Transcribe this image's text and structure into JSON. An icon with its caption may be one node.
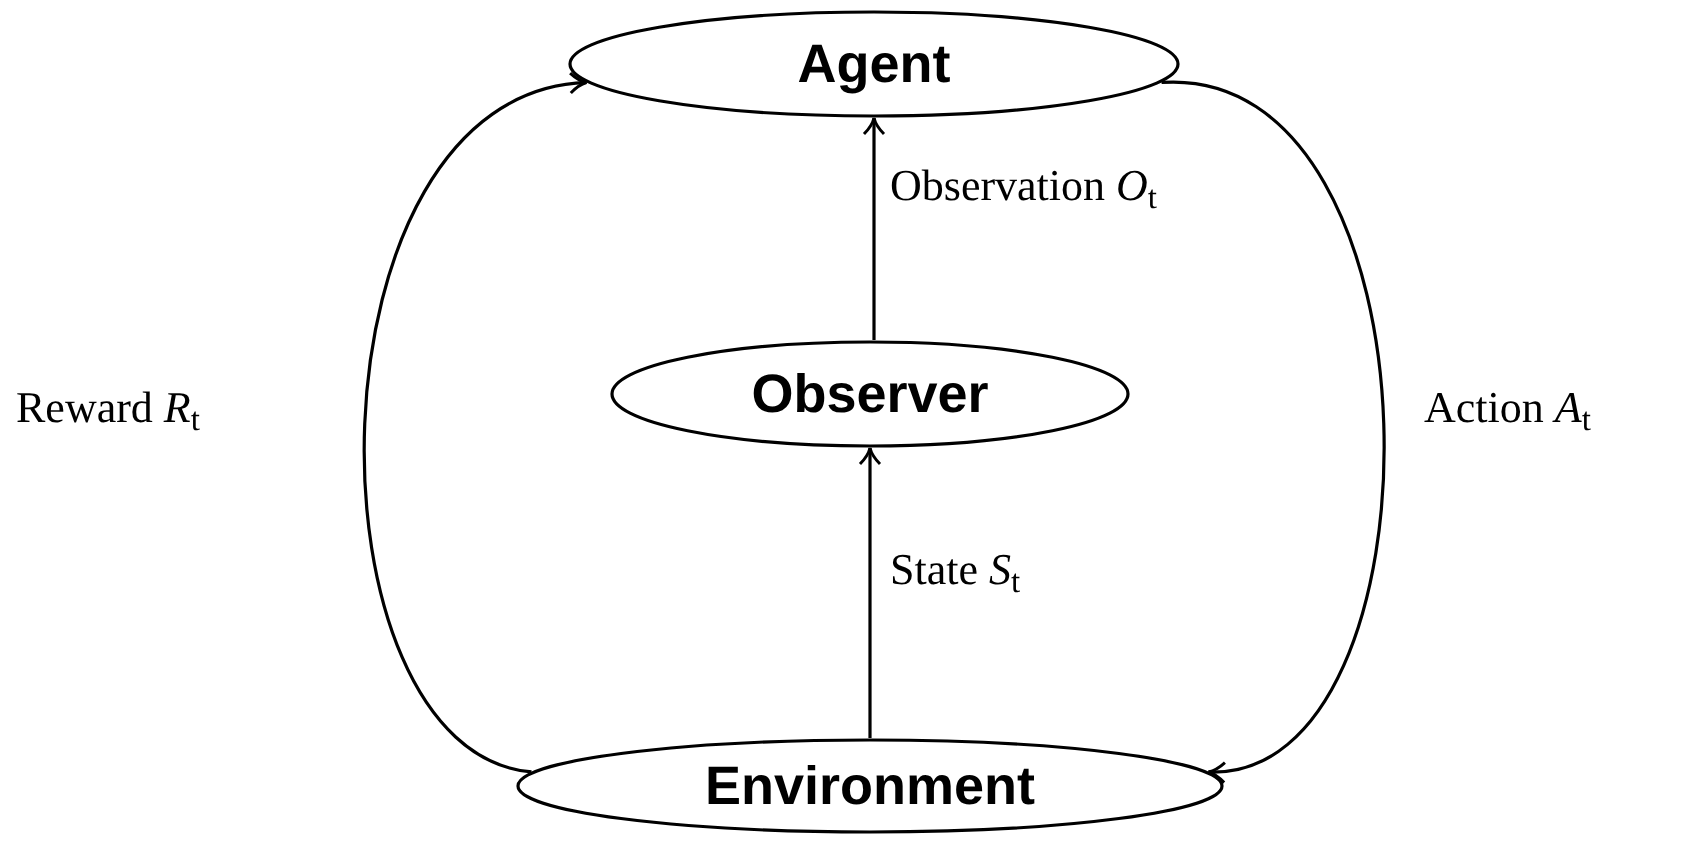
{
  "diagram": {
    "nodes": [
      {
        "text": [
          "Agent"
        ]
      },
      {
        "text": [
          "Observer"
        ]
      },
      {
        "text": [
          "Environment"
        ]
      }
    ],
    "edges": [
      {
        "from": 1,
        "to": 0,
        "arrow": "to",
        "label": "Observation *O*$_{t}$"
      },
      {
        "from": 2,
        "to": 1,
        "arrow": "to",
        "label": "State *S*$_{t}$"
      },
      {
        "from": 2,
        "to": 0,
        "arrow": "to",
        "label": "Reward *R*$_{t}$"
      },
      {
        "from": 0,
        "to": 2,
        "arrow": "to",
        "label": "Action *A*$_{t}$"
      }
    ]
  }
}
